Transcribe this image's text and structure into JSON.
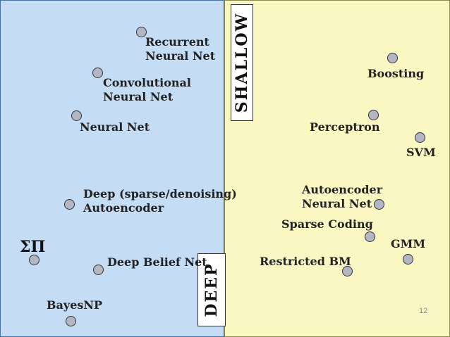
{
  "shallow_label": "SHALLOW",
  "deep_label": "DEEP",
  "page_number": "12",
  "deep_side": {
    "recurrent": "Recurrent\nNeural Net",
    "convolutional": "Convolutional\nNeural Net",
    "neural_net": "Neural Net",
    "deep_autoencoder": "Deep (sparse/denoising)\nAutoencoder",
    "sigma_pi": "ΣΠ",
    "deep_belief_net": "Deep Belief Net",
    "bayesnp": "BayesNP"
  },
  "shallow_side": {
    "boosting": "Boosting",
    "perceptron": "Perceptron",
    "svm": "SVM",
    "autoencoder_nn": "Autoencoder\nNeural Net",
    "sparse_coding": "Sparse Coding",
    "gmm": "GMM",
    "restricted_bm": "Restricted BM"
  },
  "colors": {
    "deep_panel": "#c5dcf5",
    "shallow_panel": "#fbf7c2",
    "node_fill": "#b3b7c4"
  }
}
